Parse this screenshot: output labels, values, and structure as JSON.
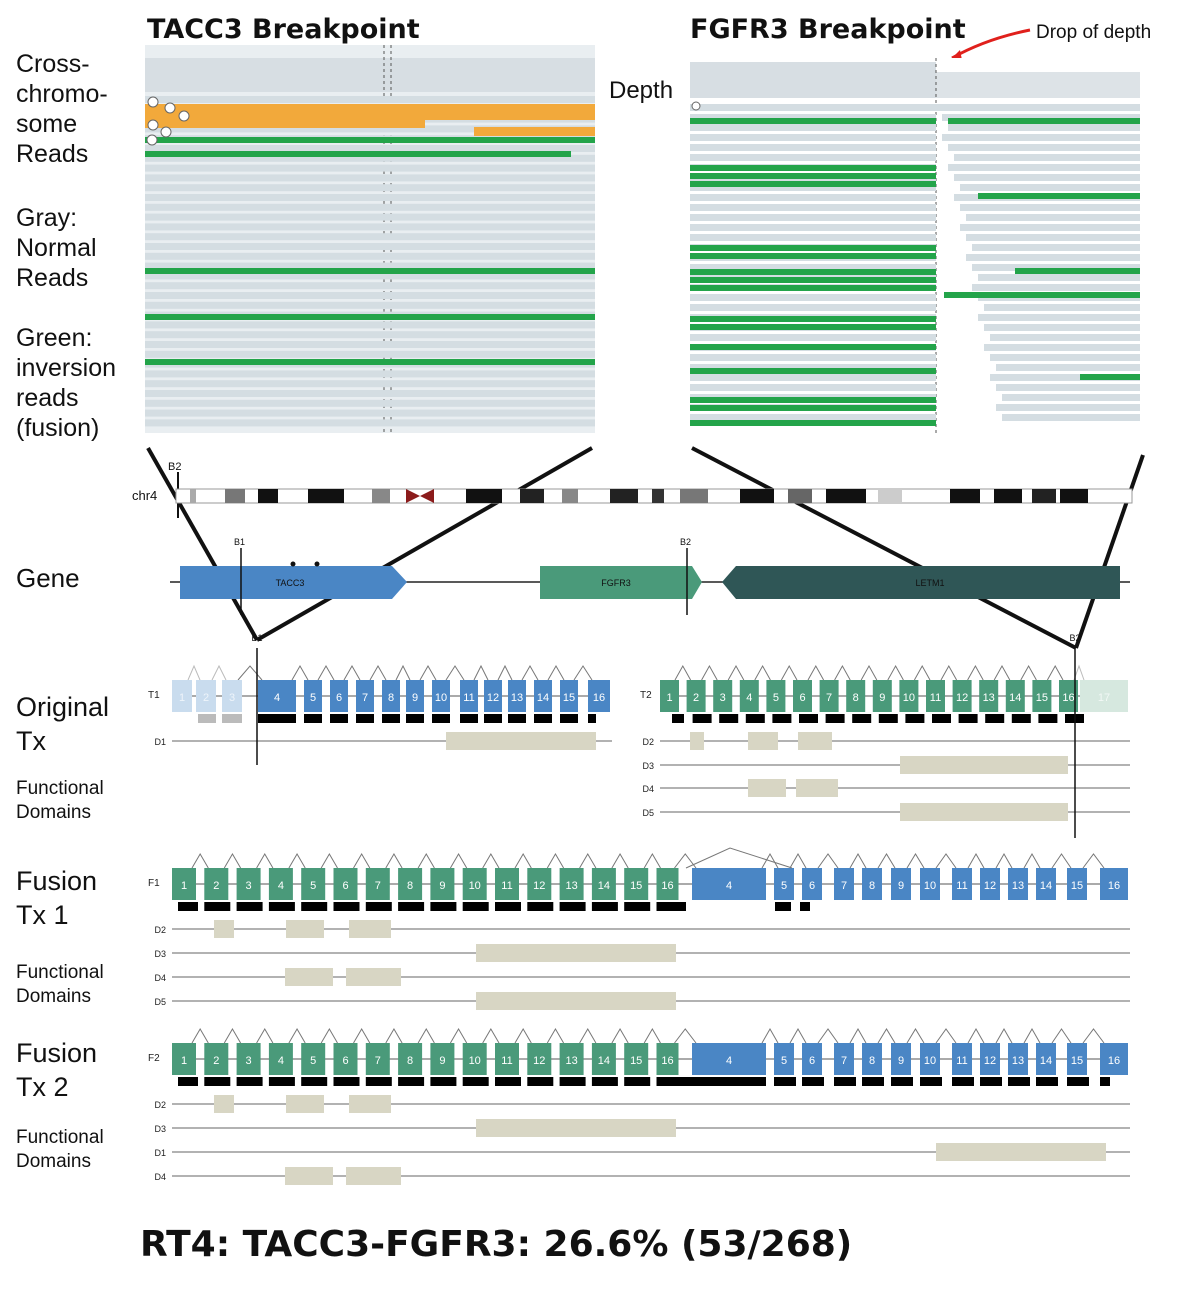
{
  "titles": {
    "tacc3_panel": "TACC3 Breakpoint",
    "fgfr3_panel": "FGFR3 Breakpoint",
    "drop_annotation": "Drop of depth",
    "depth": "Depth"
  },
  "legend": {
    "cross_chromosome": [
      "Cross-",
      "chromo-",
      "some",
      "Reads"
    ],
    "gray": [
      "Gray:",
      "Normal",
      "Reads"
    ],
    "green": [
      "Green:",
      "inversion",
      "reads",
      "(fusion)"
    ]
  },
  "chromosome": {
    "label": "chr4",
    "b2_mark": "B2"
  },
  "genes": {
    "row_label": "Gene",
    "items": [
      "TACC3",
      "FGFR3",
      "LETM1"
    ],
    "b1": "B1",
    "b2": "B2"
  },
  "row_labels": {
    "original_tx": [
      "Original",
      "Tx"
    ],
    "functional_domains": [
      "Functional",
      "Domains"
    ],
    "fusion_tx1": [
      "Fusion",
      "Tx 1"
    ],
    "fusion_tx2": [
      "Fusion",
      "Tx 2"
    ]
  },
  "transcripts": {
    "T1": {
      "label": "T1",
      "exons": [
        "1",
        "2",
        "3",
        "4",
        "5",
        "6",
        "7",
        "8",
        "9",
        "10",
        "11",
        "12",
        "13",
        "14",
        "15",
        "16"
      ]
    },
    "T2": {
      "label": "T2",
      "exons": [
        "1",
        "2",
        "3",
        "4",
        "5",
        "6",
        "7",
        "8",
        "9",
        "10",
        "11",
        "12",
        "13",
        "14",
        "15",
        "16",
        "17"
      ]
    },
    "F1": {
      "label": "F1",
      "fgfr3_exons": [
        "1",
        "2",
        "3",
        "4",
        "5",
        "6",
        "7",
        "8",
        "9",
        "10",
        "11",
        "12",
        "13",
        "14",
        "15",
        "16"
      ],
      "tacc3_exons": [
        "4",
        "5",
        "6",
        "7",
        "8",
        "9",
        "10",
        "11",
        "12",
        "13",
        "14",
        "15",
        "16"
      ]
    },
    "F2": {
      "label": "F2",
      "fgfr3_exons": [
        "1",
        "2",
        "3",
        "4",
        "5",
        "6",
        "7",
        "8",
        "9",
        "10",
        "11",
        "12",
        "13",
        "14",
        "15",
        "16"
      ],
      "tacc3_exons": [
        "4",
        "5",
        "6",
        "7",
        "8",
        "9",
        "10",
        "11",
        "12",
        "13",
        "14",
        "15",
        "16"
      ]
    }
  },
  "domain_tracks": {
    "T1": [
      "D1"
    ],
    "T2": [
      "D2",
      "D3",
      "D4",
      "D5"
    ],
    "F1": [
      "D2",
      "D3",
      "D4",
      "D5"
    ],
    "F2": [
      "D2",
      "D3",
      "D1",
      "D4"
    ]
  },
  "footer": "RT4: TACC3-FGFR3: 26.6% (53/268)",
  "colors": {
    "tacc3_blue": "#4a86c5",
    "fgfr3_green": "#4a9a7a",
    "letm1_dark": "#2f5656",
    "inversion_green": "#23a44a",
    "cross_orange": "#f2a93b",
    "normal_gray": "#d4dde2",
    "domain_beige": "#d8d6c4"
  }
}
